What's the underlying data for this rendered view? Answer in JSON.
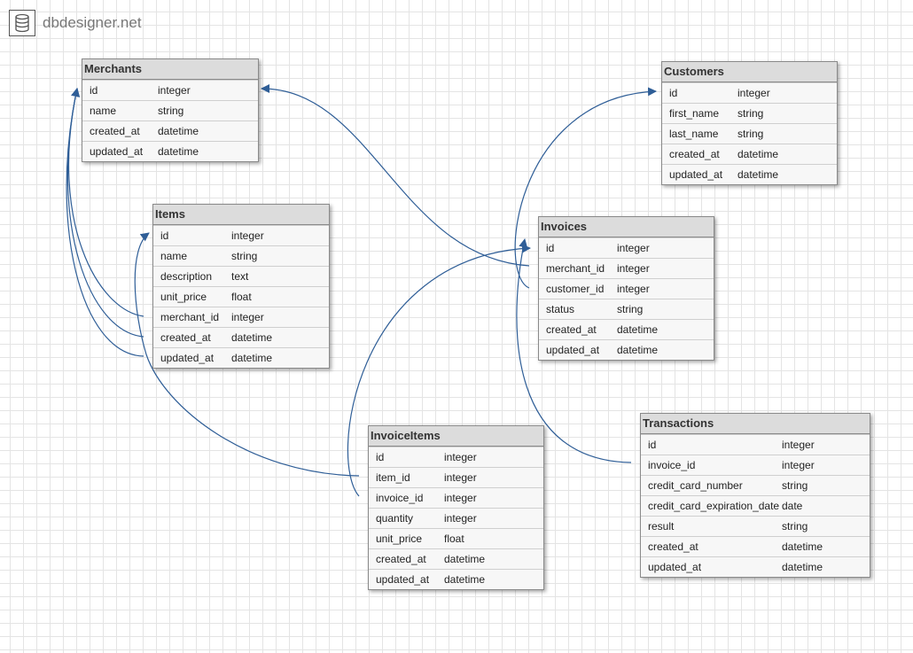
{
  "logo": {
    "text": "dbdesigner.net",
    "icon": "database-icon"
  },
  "colors": {
    "connector": "#2f5e97",
    "header": "#dcdcdc",
    "grid": "#e4e4e4"
  },
  "tables": {
    "merchants": {
      "title": "Merchants",
      "rows": [
        {
          "name": "id",
          "type": "integer"
        },
        {
          "name": "name",
          "type": "string"
        },
        {
          "name": "created_at",
          "type": "datetime"
        },
        {
          "name": "updated_at",
          "type": "datetime"
        }
      ]
    },
    "items": {
      "title": "Items",
      "rows": [
        {
          "name": "id",
          "type": "integer"
        },
        {
          "name": "name",
          "type": "string"
        },
        {
          "name": "description",
          "type": "text"
        },
        {
          "name": "unit_price",
          "type": "float"
        },
        {
          "name": "merchant_id",
          "type": "integer"
        },
        {
          "name": "created_at",
          "type": "datetime"
        },
        {
          "name": "updated_at",
          "type": "datetime"
        }
      ]
    },
    "customers": {
      "title": "Customers",
      "rows": [
        {
          "name": "id",
          "type": "integer"
        },
        {
          "name": "first_name",
          "type": "string"
        },
        {
          "name": "last_name",
          "type": "string"
        },
        {
          "name": "created_at",
          "type": "datetime"
        },
        {
          "name": "updated_at",
          "type": "datetime"
        }
      ]
    },
    "invoices": {
      "title": "Invoices",
      "rows": [
        {
          "name": "id",
          "type": "integer"
        },
        {
          "name": "merchant_id",
          "type": "integer"
        },
        {
          "name": "customer_id",
          "type": "integer"
        },
        {
          "name": "status",
          "type": "string"
        },
        {
          "name": "created_at",
          "type": "datetime"
        },
        {
          "name": "updated_at",
          "type": "datetime"
        }
      ]
    },
    "invoiceitems": {
      "title": "InvoiceItems",
      "rows": [
        {
          "name": "id",
          "type": "integer"
        },
        {
          "name": "item_id",
          "type": "integer"
        },
        {
          "name": "invoice_id",
          "type": "integer"
        },
        {
          "name": "quantity",
          "type": "integer"
        },
        {
          "name": "unit_price",
          "type": "float"
        },
        {
          "name": "created_at",
          "type": "datetime"
        },
        {
          "name": "updated_at",
          "type": "datetime"
        }
      ]
    },
    "transactions": {
      "title": "Transactions",
      "rows": [
        {
          "name": "id",
          "type": "integer"
        },
        {
          "name": "invoice_id",
          "type": "integer"
        },
        {
          "name": "credit_card_number",
          "type": "string"
        },
        {
          "name": "credit_card_expiration_date",
          "type": "date"
        },
        {
          "name": "result",
          "type": "string"
        },
        {
          "name": "created_at",
          "type": "datetime"
        },
        {
          "name": "updated_at",
          "type": "datetime"
        }
      ]
    }
  }
}
